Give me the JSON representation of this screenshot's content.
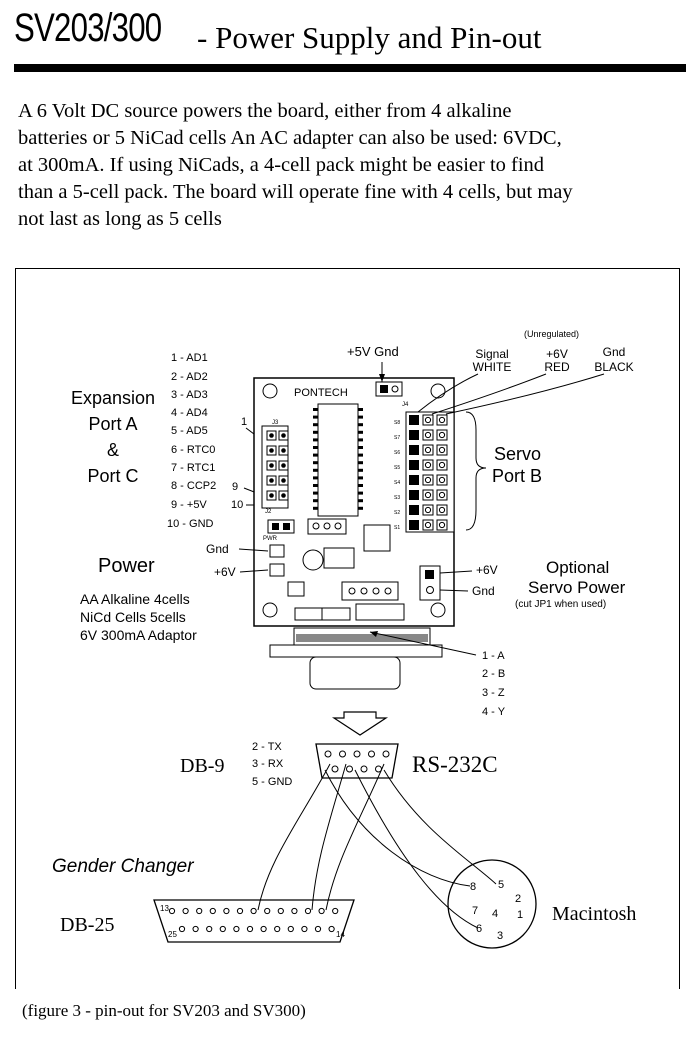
{
  "header": {
    "title_model": "SV203/300",
    "title_rest": "- Power Supply and Pin-out"
  },
  "intro": {
    "lines": [
      "A 6 Volt DC source powers the board, either from 4 alkaline",
      "batteries or 5 NiCad cells  An AC adapter can also be used: 6VDC,",
      "at 300mA. If using NiCads, a 4-cell pack might be easier to find",
      "than a 5-cell pack. The board will operate fine with 4 cells, but may",
      "not last as long as 5 cells"
    ]
  },
  "figure": {
    "port_a_pins": [
      "1 - AD1",
      "2 - AD2",
      "3 - AD3",
      "4 - AD4",
      "5 - AD5",
      "6 - RTC0",
      "7 - RTC1",
      "8 - CCP2",
      "9 - +5V",
      "10 - GND"
    ],
    "expansion_label": [
      "Expansion",
      "Port A",
      "&",
      "Port C"
    ],
    "pin_mark_1": "1",
    "pin_mark_9": "9",
    "pin_mark_10": "10",
    "board_name": "PONTECH",
    "j3_label": "J3",
    "j4_label": "J4",
    "j2_label": "J2",
    "pwr_label": "PWR",
    "supply_top": "+5V Gnd",
    "unregulated": "(Unregulated)",
    "servo_cols": [
      [
        "Signal",
        "WHITE"
      ],
      [
        "+6V",
        "RED"
      ],
      [
        "Gnd",
        "BLACK"
      ]
    ],
    "servo_rows": [
      "S8",
      "S7",
      "S6",
      "S5",
      "S4",
      "S3",
      "S2",
      "S1"
    ],
    "servo_port": [
      "Servo",
      "Port B"
    ],
    "power_title": "Power",
    "power_gnd": "Gnd",
    "power_6v": "+6V",
    "power_lines": [
      "AA Alkaline 4cells",
      "NiCd Cells 5cells",
      "6V 300mA Adaptor"
    ],
    "opt_6v": "+6V",
    "opt_gnd": "Gnd",
    "optional_servo": [
      "Optional",
      "Servo Power"
    ],
    "optional_note": "(cut JP1 when used)",
    "conn_pins": [
      "1 - A",
      "2 - B",
      "3 - Z",
      "4 - Y"
    ],
    "db9_label": "DB-9",
    "db9_pins": [
      "2 - TX",
      "3 - RX",
      "5 - GND"
    ],
    "rs232_label": "RS-232C",
    "gender_changer": "Gender Changer",
    "db25_label": "DB-25",
    "db25_pin13": "13",
    "db25_pin25": "25",
    "db25_pin14": "14",
    "mac_label": "Macintosh",
    "mac_pins": [
      "1",
      "2",
      "3",
      "4",
      "5",
      "6",
      "7",
      "8"
    ]
  },
  "caption": "(figure 3 - pin-out for SV203 and SV300)"
}
